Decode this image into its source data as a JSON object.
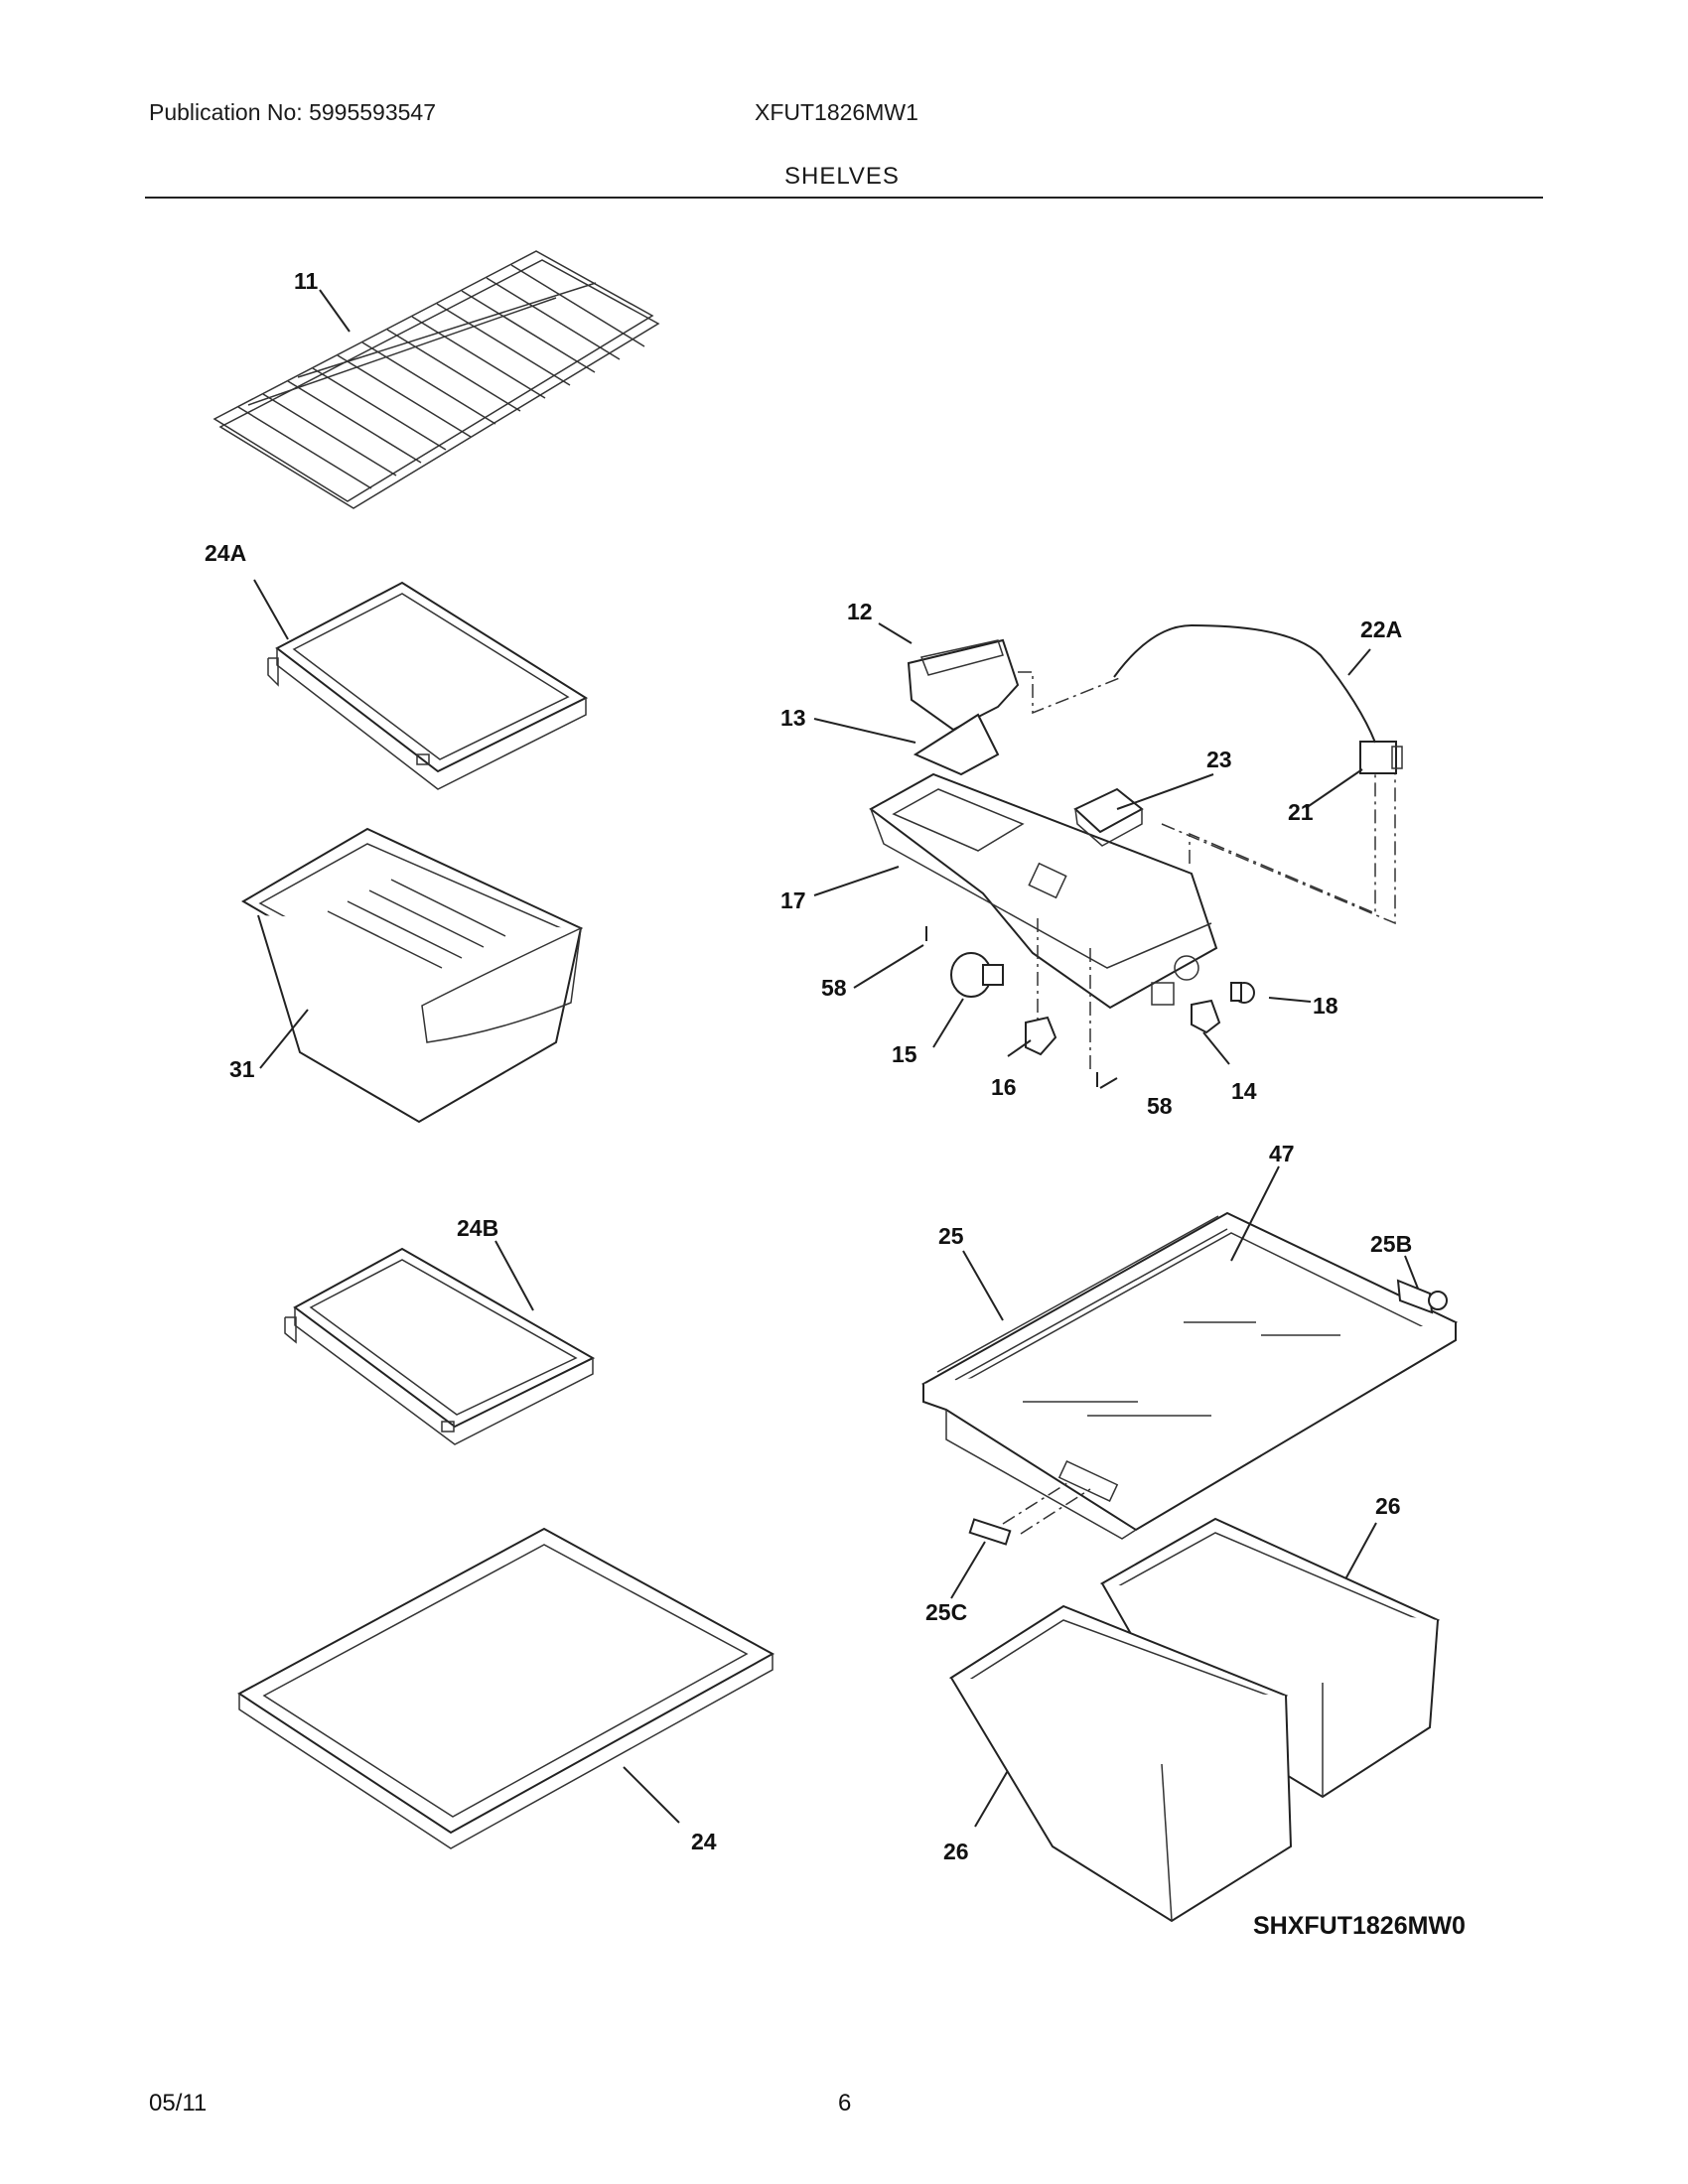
{
  "header": {
    "publication": "Publication No: 5995593547",
    "model": "XFUT1826MW1",
    "section": "SHELVES"
  },
  "footer": {
    "date": "05/11",
    "page": "6"
  },
  "diagram_code": "SHXFUT1826MW0",
  "callouts": {
    "c11": "11",
    "c24A": "24A",
    "c31": "31",
    "c24B": "24B",
    "c24": "24",
    "c12": "12",
    "c13": "13",
    "c17": "17",
    "c58a": "58",
    "c15": "15",
    "c16": "16",
    "c58b": "58",
    "c14": "14",
    "c18": "18",
    "c21": "21",
    "c22A": "22A",
    "c23": "23",
    "c47": "47",
    "c25": "25",
    "c25B": "25B",
    "c25C": "25C",
    "c26a": "26",
    "c26b": "26"
  }
}
